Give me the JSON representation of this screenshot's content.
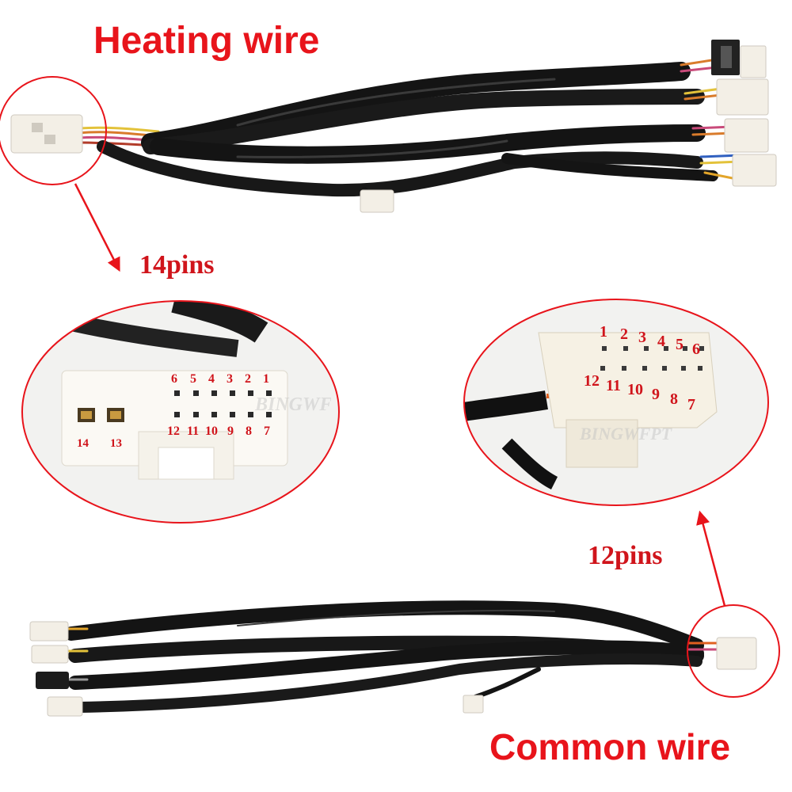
{
  "titles": {
    "heating": "Heating wire",
    "common": "Common wire"
  },
  "labels": {
    "pins14": "14pins",
    "pins12": "12pins"
  },
  "watermark": "BINGWFPT",
  "connector14": {
    "top_row": [
      "6",
      "5",
      "4",
      "3",
      "2",
      "1"
    ],
    "bottom_row": [
      "12",
      "11",
      "10",
      "9",
      "8",
      "7"
    ],
    "side": [
      "14",
      "13"
    ]
  },
  "connector12": {
    "top_row": [
      "1",
      "2",
      "3",
      "4",
      "5",
      "6"
    ],
    "bottom_row": [
      "12",
      "11",
      "10",
      "9",
      "8",
      "7"
    ]
  },
  "colors": {
    "red_accent": "#e8141b",
    "cable": "#141414",
    "connector": "#f3efe6"
  }
}
